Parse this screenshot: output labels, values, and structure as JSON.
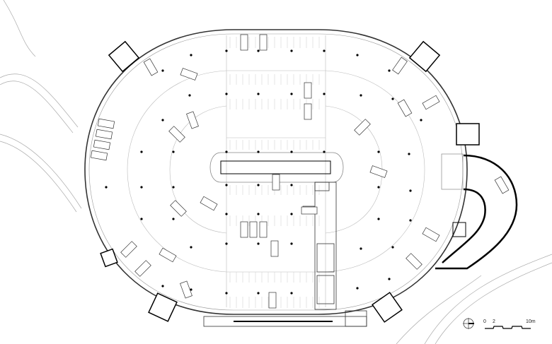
{
  "plan": {
    "type": "parking garage floor plan",
    "line_color": "#000000",
    "fine_line_color": "#9a9a9a"
  },
  "scale_bar": {
    "labels": [
      "0",
      "2",
      "10m"
    ]
  },
  "north_arrow": {
    "icon": "north-arrow-icon"
  }
}
